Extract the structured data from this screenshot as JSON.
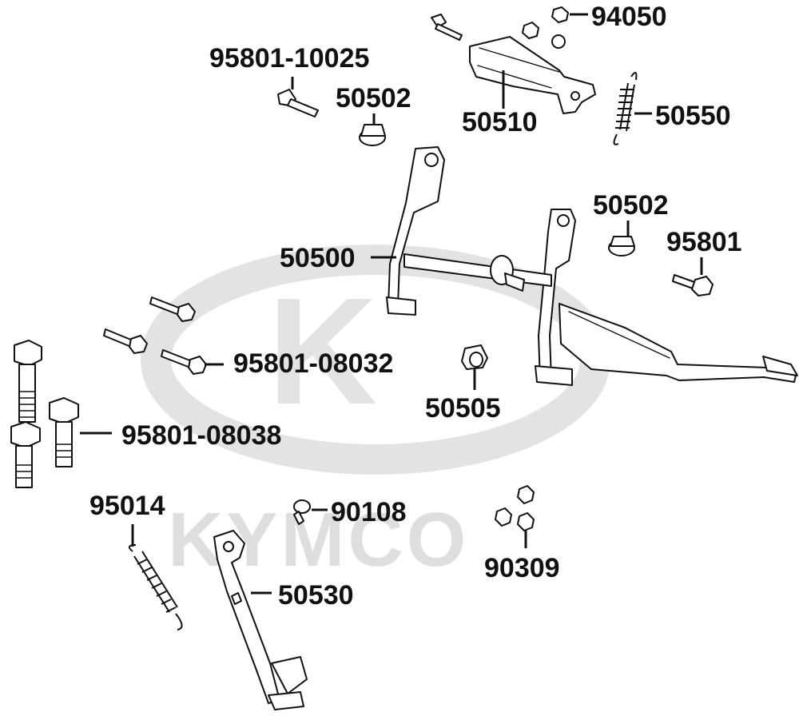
{
  "watermark": {
    "brand_text": "KYMCO",
    "logo_letter": "K"
  },
  "labels": {
    "bolt_94050": "94050",
    "bolt_95801_10025": "95801-10025",
    "collar_50502_top": "50502",
    "bracket_50510": "50510",
    "spring_50550": "50550",
    "collar_50502_right": "50502",
    "bolt_95801": "95801",
    "main_stand_50500": "50500",
    "bolt_95801_08032": "95801-08032",
    "rubber_50505": "50505",
    "bolt_95801_08038": "95801-08038",
    "spring_95014": "95014",
    "bolt_90108": "90108",
    "nut_90309": "90309",
    "side_stand_50530": "50530"
  },
  "colors": {
    "ink": "#111111",
    "watermark": "#dedede",
    "background": "#ffffff"
  }
}
